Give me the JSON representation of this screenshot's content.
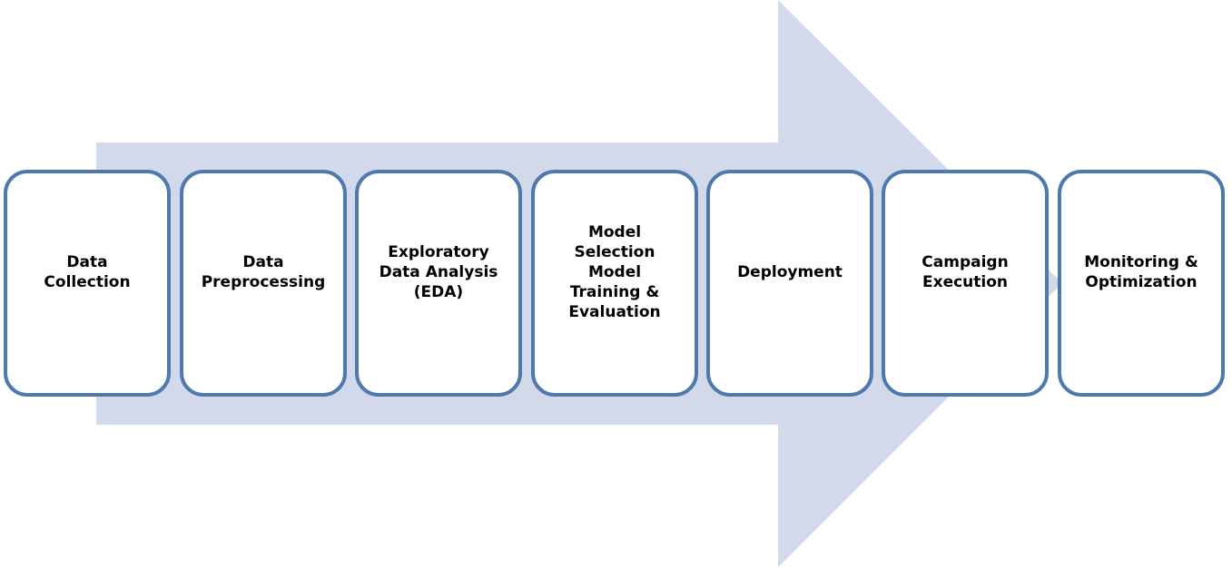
{
  "diagram": {
    "arrow_color": "#d2d9ea",
    "box_border_color": "#4f79ad",
    "steps": [
      {
        "label": "Data\nCollection"
      },
      {
        "label": "Data\nPreprocessing"
      },
      {
        "label": "Exploratory\nData Analysis\n(EDA)"
      },
      {
        "label": "Model\nSelection\nModel\nTraining &\nEvaluation"
      },
      {
        "label": "Deployment"
      },
      {
        "label": "Campaign\nExecution"
      },
      {
        "label": "Monitoring &\nOptimization"
      }
    ]
  }
}
